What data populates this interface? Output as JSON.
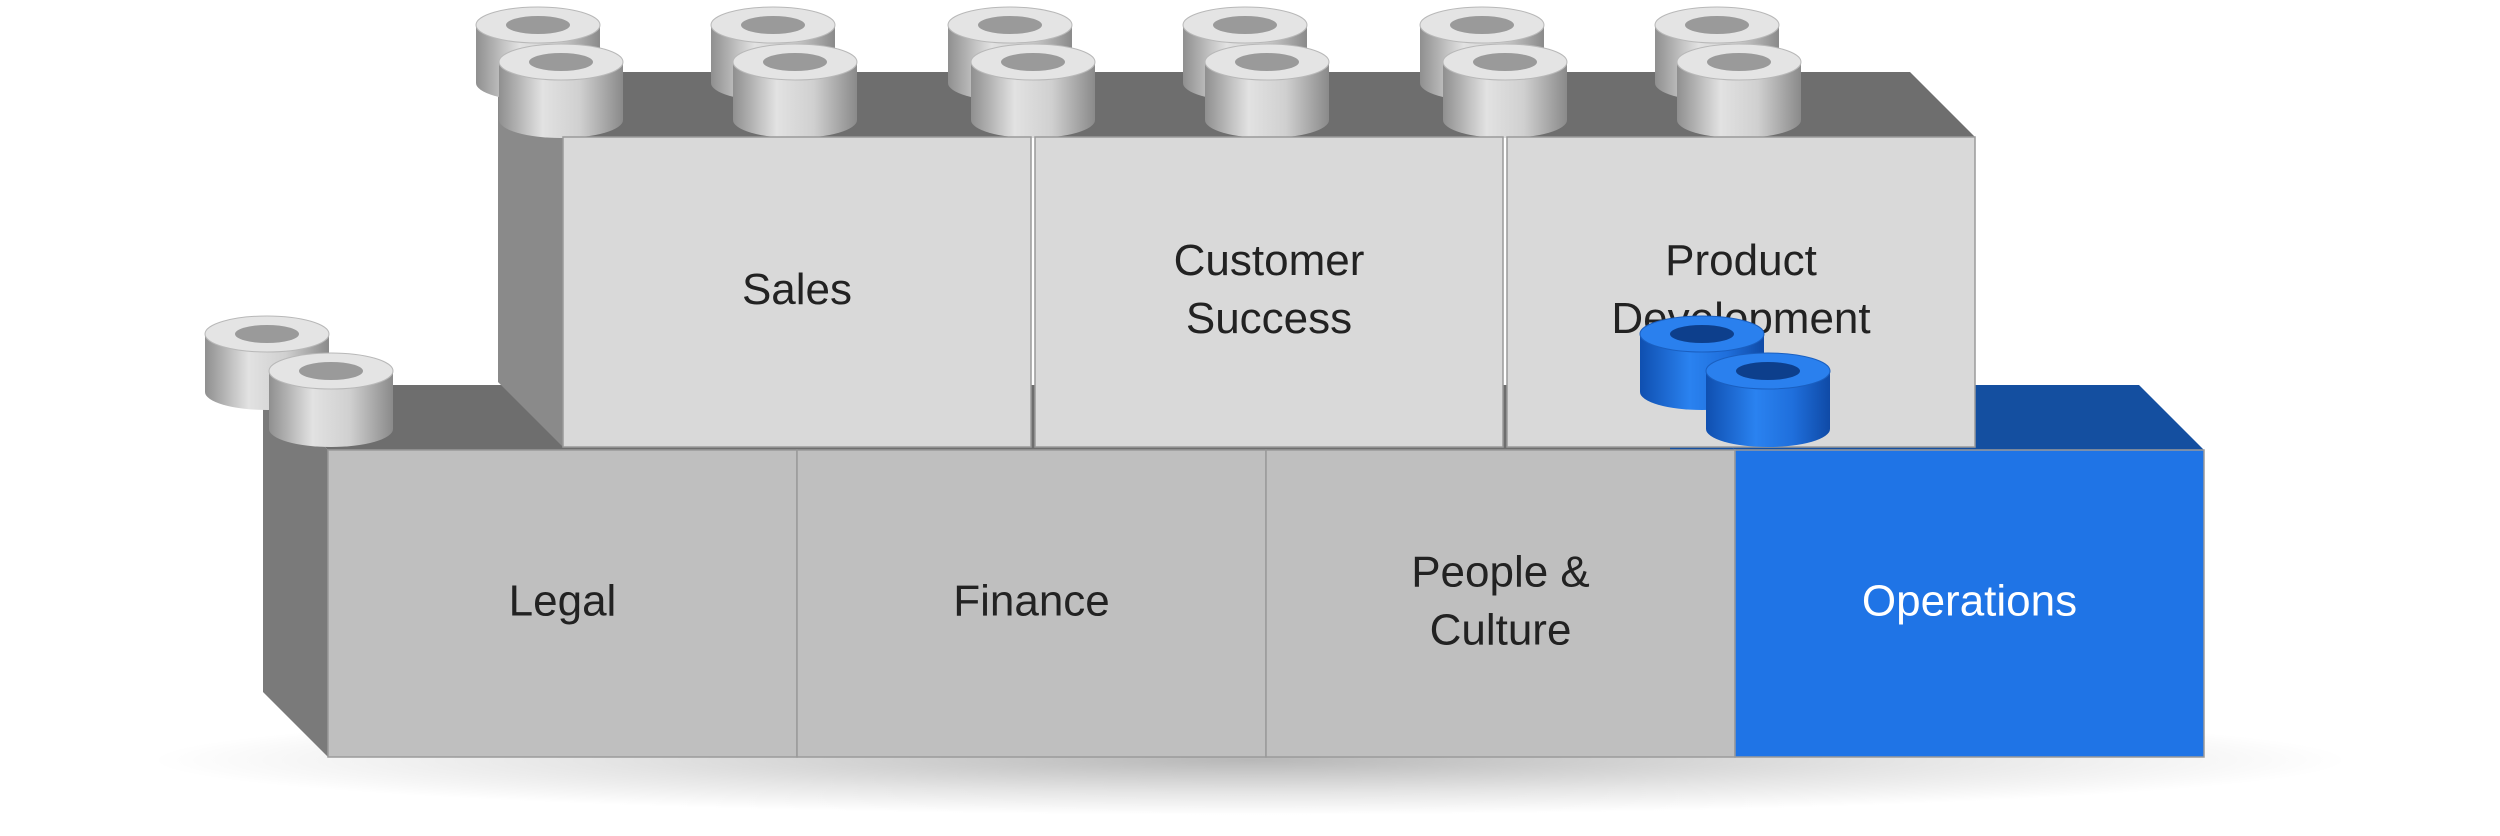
{
  "diagram": {
    "top_row": [
      {
        "lines": [
          "Sales"
        ]
      },
      {
        "lines": [
          "Customer",
          "Success"
        ]
      },
      {
        "lines": [
          "Product",
          "Development"
        ]
      }
    ],
    "bottom_row": [
      {
        "lines": [
          "Legal"
        ]
      },
      {
        "lines": [
          "Finance"
        ]
      },
      {
        "lines": [
          "People &",
          "Culture"
        ]
      },
      {
        "lines": [
          "Operations"
        ],
        "highlight": true
      }
    ],
    "colors": {
      "top_face": "#d9d9d9",
      "bottom_face": "#bfbfbf",
      "side_dark": "#7a7a7a",
      "side_mid": "#8a8a8a",
      "top_surface": "#6e6e6e",
      "text_dark": "#222222",
      "highlight_face": "#1f74e6",
      "highlight_side": "#144fa0",
      "highlight_stud": "#1f74e6",
      "highlight_text": "#ffffff"
    }
  }
}
